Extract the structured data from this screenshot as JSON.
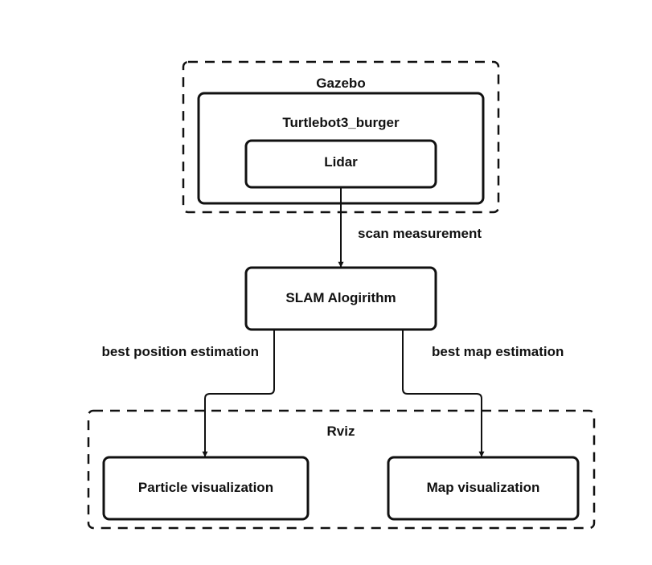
{
  "groups": {
    "gazebo": "Gazebo",
    "rviz": "Rviz"
  },
  "nodes": {
    "turtlebot": "Turtlebot3_burger",
    "lidar": "Lidar",
    "slam": "SLAM Alogirithm",
    "particle": "Particle visualization",
    "map": "Map visualization"
  },
  "edges": {
    "scan": "scan measurement",
    "best_position": "best position estimation",
    "best_map": "best map estimation"
  }
}
